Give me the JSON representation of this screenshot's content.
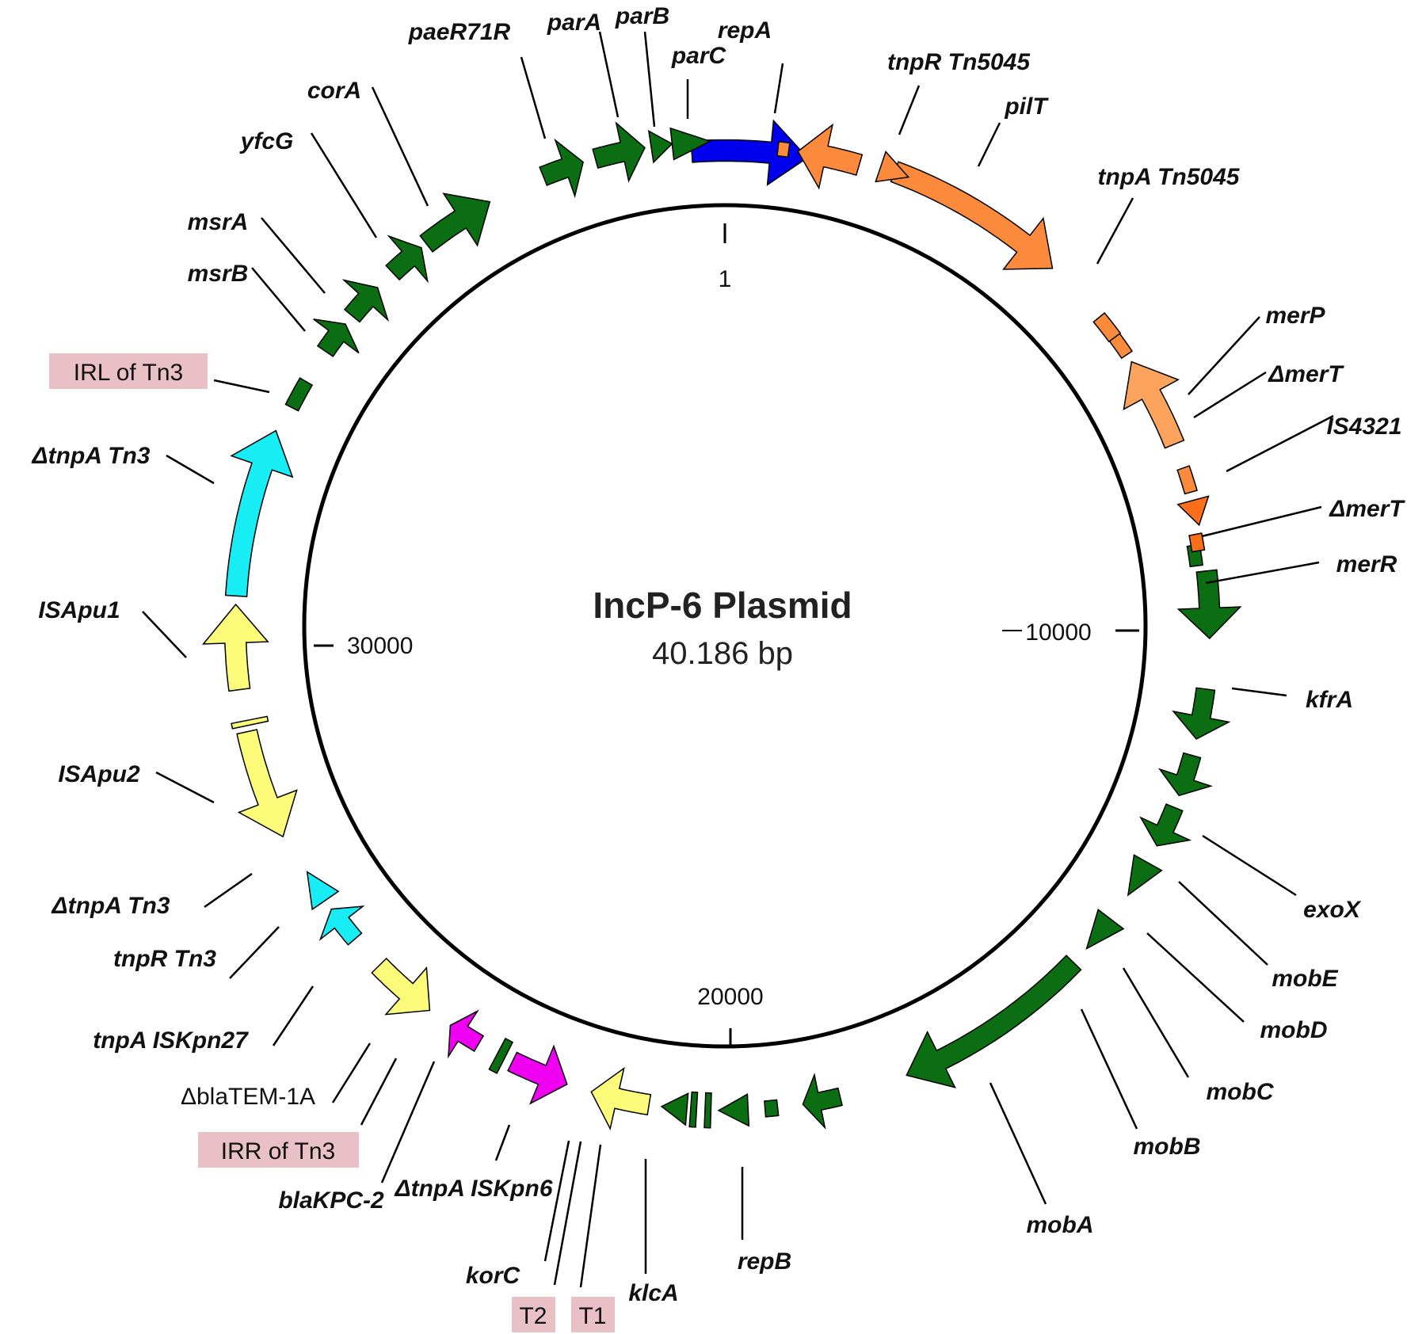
{
  "title": "IncP-6 Plasmid",
  "subtitle": "40.186 bp",
  "colors": {
    "green": "#0b6e12",
    "blue": "#0000ee",
    "orange": "#fb8a3c",
    "light_orange": "#fca45e",
    "dark_orange": "#fb6f1a",
    "cyan": "#18ecf5",
    "yellow": "#fcfb7a",
    "magenta": "#f000f0",
    "label_box": "#e9c0c6"
  },
  "ticks": [
    "1",
    "10000",
    "20000",
    "30000"
  ],
  "genes": [
    {
      "name": "repA",
      "color": "blue"
    },
    {
      "name": "parC",
      "color": "green"
    },
    {
      "name": "parB",
      "color": "green"
    },
    {
      "name": "parA",
      "color": "green"
    },
    {
      "name": "paeR71R",
      "color": "green"
    },
    {
      "name": "corA",
      "color": "green"
    },
    {
      "name": "yfcG",
      "color": "green"
    },
    {
      "name": "msrA",
      "color": "green"
    },
    {
      "name": "msrB",
      "color": "green"
    },
    {
      "name": "IRL of Tn3",
      "color": "green"
    },
    {
      "name": "ΔtnpA Tn3",
      "color": "cyan"
    },
    {
      "name": "ISApu1",
      "color": "yellow"
    },
    {
      "name": "ISApu2",
      "color": "yellow"
    },
    {
      "name": "ΔtnpA Tn3",
      "color": "cyan"
    },
    {
      "name": "tnpR Tn3",
      "color": "cyan"
    },
    {
      "name": "tnpA ISKpn27",
      "color": "yellow"
    },
    {
      "name": "ΔblaTEM-1A",
      "color": "magenta"
    },
    {
      "name": "IRR of Tn3",
      "color": "green"
    },
    {
      "name": "blaKPC-2",
      "color": "magenta"
    },
    {
      "name": "ΔtnpA ISKpn6",
      "color": "yellow"
    },
    {
      "name": "korC",
      "color": "green"
    },
    {
      "name": "T2",
      "color": "green"
    },
    {
      "name": "T1",
      "color": "green"
    },
    {
      "name": "klcA",
      "color": "green"
    },
    {
      "name": "repB",
      "color": "green"
    },
    {
      "name": "mobA",
      "color": "green"
    },
    {
      "name": "mobB",
      "color": "green"
    },
    {
      "name": "mobC",
      "color": "green"
    },
    {
      "name": "mobD",
      "color": "green"
    },
    {
      "name": "mobE",
      "color": "green"
    },
    {
      "name": "exoX",
      "color": "green"
    },
    {
      "name": "kfrA",
      "color": "green"
    },
    {
      "name": "merR",
      "color": "dark_orange"
    },
    {
      "name": "ΔmerT",
      "color": "orange"
    },
    {
      "name": "IS4321",
      "color": "light_orange"
    },
    {
      "name": "ΔmerT",
      "color": "orange"
    },
    {
      "name": "merP",
      "color": "orange"
    },
    {
      "name": "tnpA Tn5045",
      "color": "orange"
    },
    {
      "name": "pilT",
      "color": "orange"
    },
    {
      "name": "tnpR Tn5045",
      "color": "orange"
    }
  ]
}
